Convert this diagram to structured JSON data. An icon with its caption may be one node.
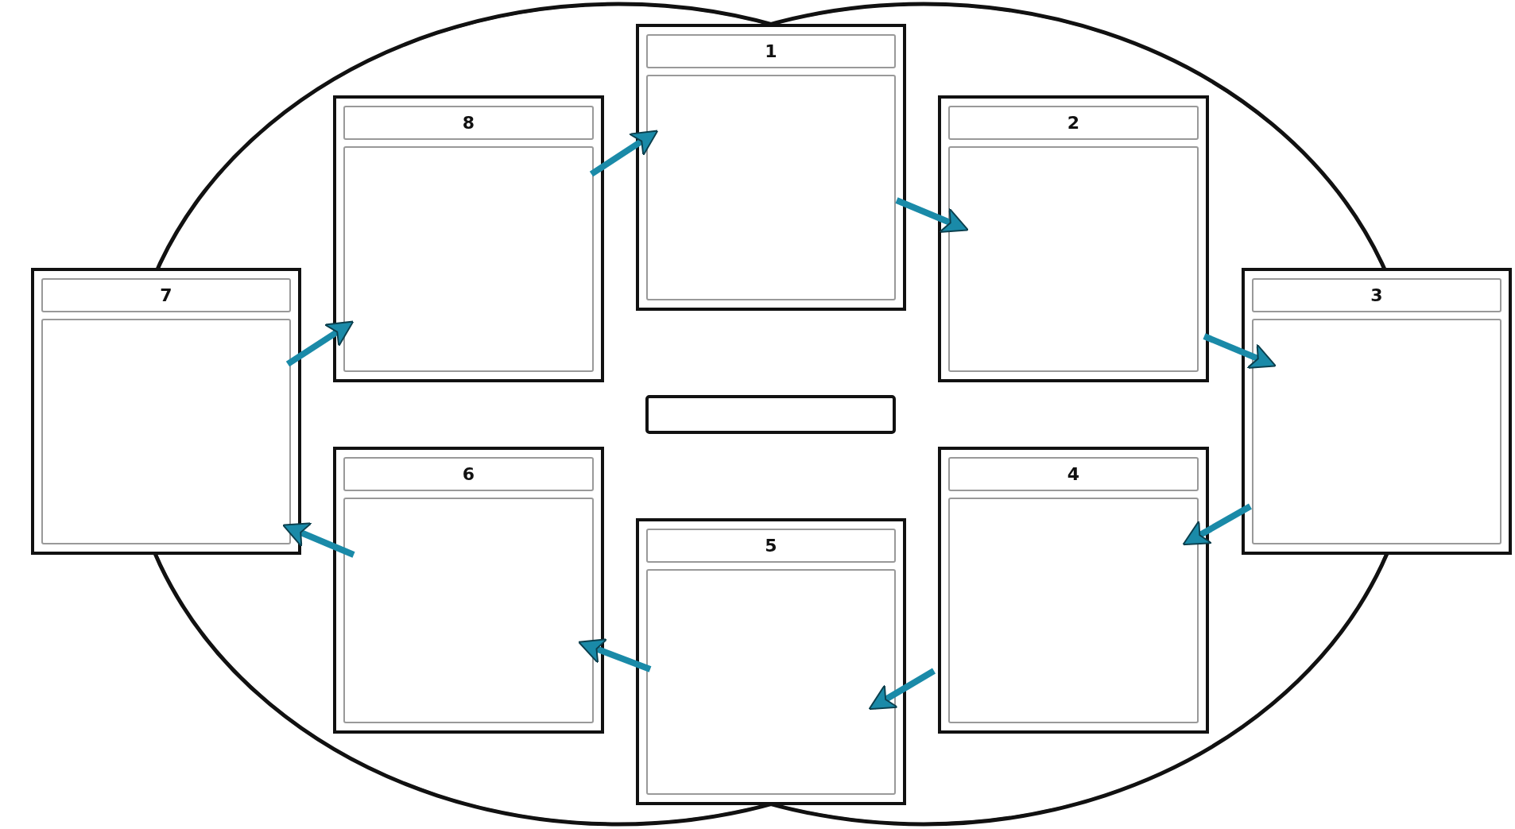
{
  "diagram": {
    "nodes": [
      {
        "text": [
          "1"
        ]
      },
      {
        "text": [
          "2"
        ]
      },
      {
        "text": [
          "3"
        ]
      },
      {
        "text": [
          "4"
        ]
      },
      {
        "text": [
          "5"
        ]
      },
      {
        "text": [
          "6"
        ]
      },
      {
        "text": [
          "7"
        ]
      },
      {
        "text": [
          "8"
        ]
      },
      {
        "text": [],
        "shape": "box"
      }
    ],
    "edges": [
      {
        "from": 7,
        "to": 0,
        "arrow": "to"
      },
      {
        "from": 0,
        "to": 1,
        "arrow": "to"
      },
      {
        "from": 1,
        "to": 2,
        "arrow": "to"
      },
      {
        "from": 2,
        "to": 3,
        "arrow": "to"
      },
      {
        "from": 3,
        "to": 4,
        "arrow": "to"
      },
      {
        "from": 4,
        "to": 5,
        "arrow": "to"
      },
      {
        "from": 5,
        "to": 6,
        "arrow": "to"
      },
      {
        "from": 6,
        "to": 7,
        "arrow": "to"
      }
    ]
  }
}
